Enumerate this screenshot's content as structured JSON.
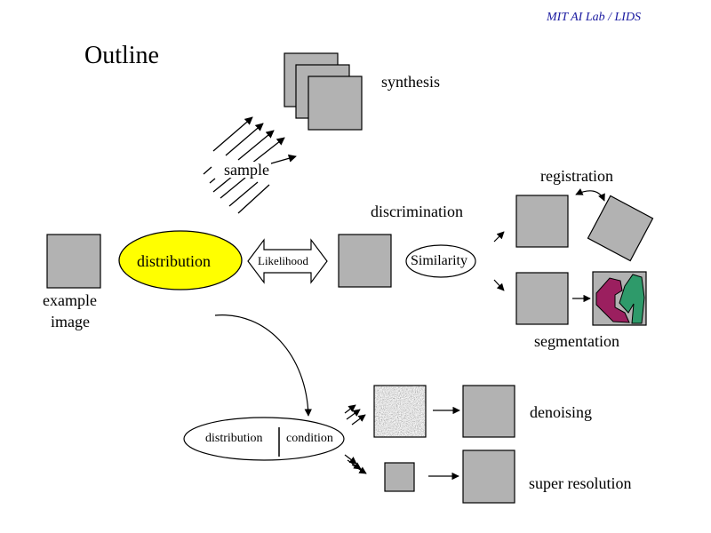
{
  "header": {
    "lab": "MIT AI Lab / LIDS"
  },
  "title": "Outline",
  "labels": {
    "synthesis": "synthesis",
    "sample": "sample",
    "registration": "registration",
    "discrimination": "discrimination",
    "example_image_line1": "example",
    "example_image_line2": "image",
    "distribution": "distribution",
    "likelihood": "Likelihood",
    "similarity": "Similarity",
    "segmentation": "segmentation",
    "cond_distribution": "distribution",
    "condition": "condition",
    "denoising": "denoising",
    "super_resolution": "super resolution"
  },
  "colors": {
    "box_fill": "#b2b2b2",
    "distribution_fill": "#ffff00",
    "segment_purple": "#9b1f5f",
    "segment_green": "#2e9a6a"
  }
}
